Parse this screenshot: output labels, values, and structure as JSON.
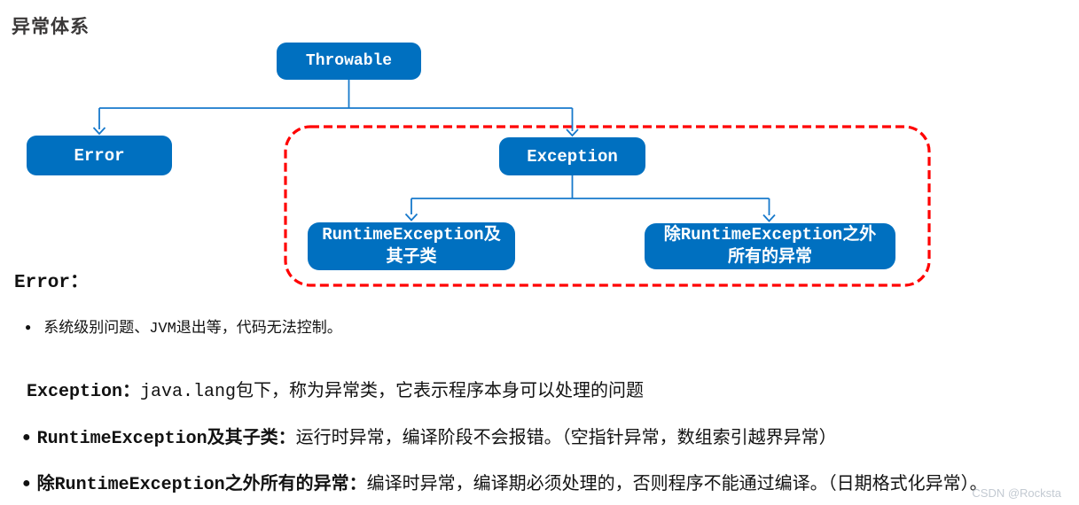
{
  "page": {
    "title": "异常体系",
    "watermark": "CSDN @Rocksta"
  },
  "diagram": {
    "nodes": {
      "throwable": {
        "label": "Throwable"
      },
      "error": {
        "label": "Error"
      },
      "exception": {
        "label": "Exception"
      },
      "runtime": {
        "line1": "RuntimeException及",
        "line2": "其子类"
      },
      "checked": {
        "line1": "除RuntimeException之外",
        "line2": "所有的异常"
      }
    },
    "colors": {
      "node_fill": "#0070C0",
      "node_text": "#FFFFFF",
      "connector": "#1779CB",
      "highlight": "#FF0000"
    }
  },
  "notes": {
    "bullet_glyph": "●",
    "error_heading": "Error：",
    "error_bullet": "系统级别问题、JVM退出等，代码无法控制。",
    "exception_label": "Exception：",
    "exception_desc": "java.lang包下，称为异常类，它表示程序本身可以处理的问题",
    "runtime_label": "RuntimeException及其子类：",
    "runtime_desc": "运行时异常，编译阶段不会报错。（空指针异常，数组索引越界异常）",
    "checked_label": "除RuntimeException之外所有的异常：",
    "checked_desc": "编译时异常，编译期必须处理的，否则程序不能通过编译。（日期格式化异常）。"
  }
}
